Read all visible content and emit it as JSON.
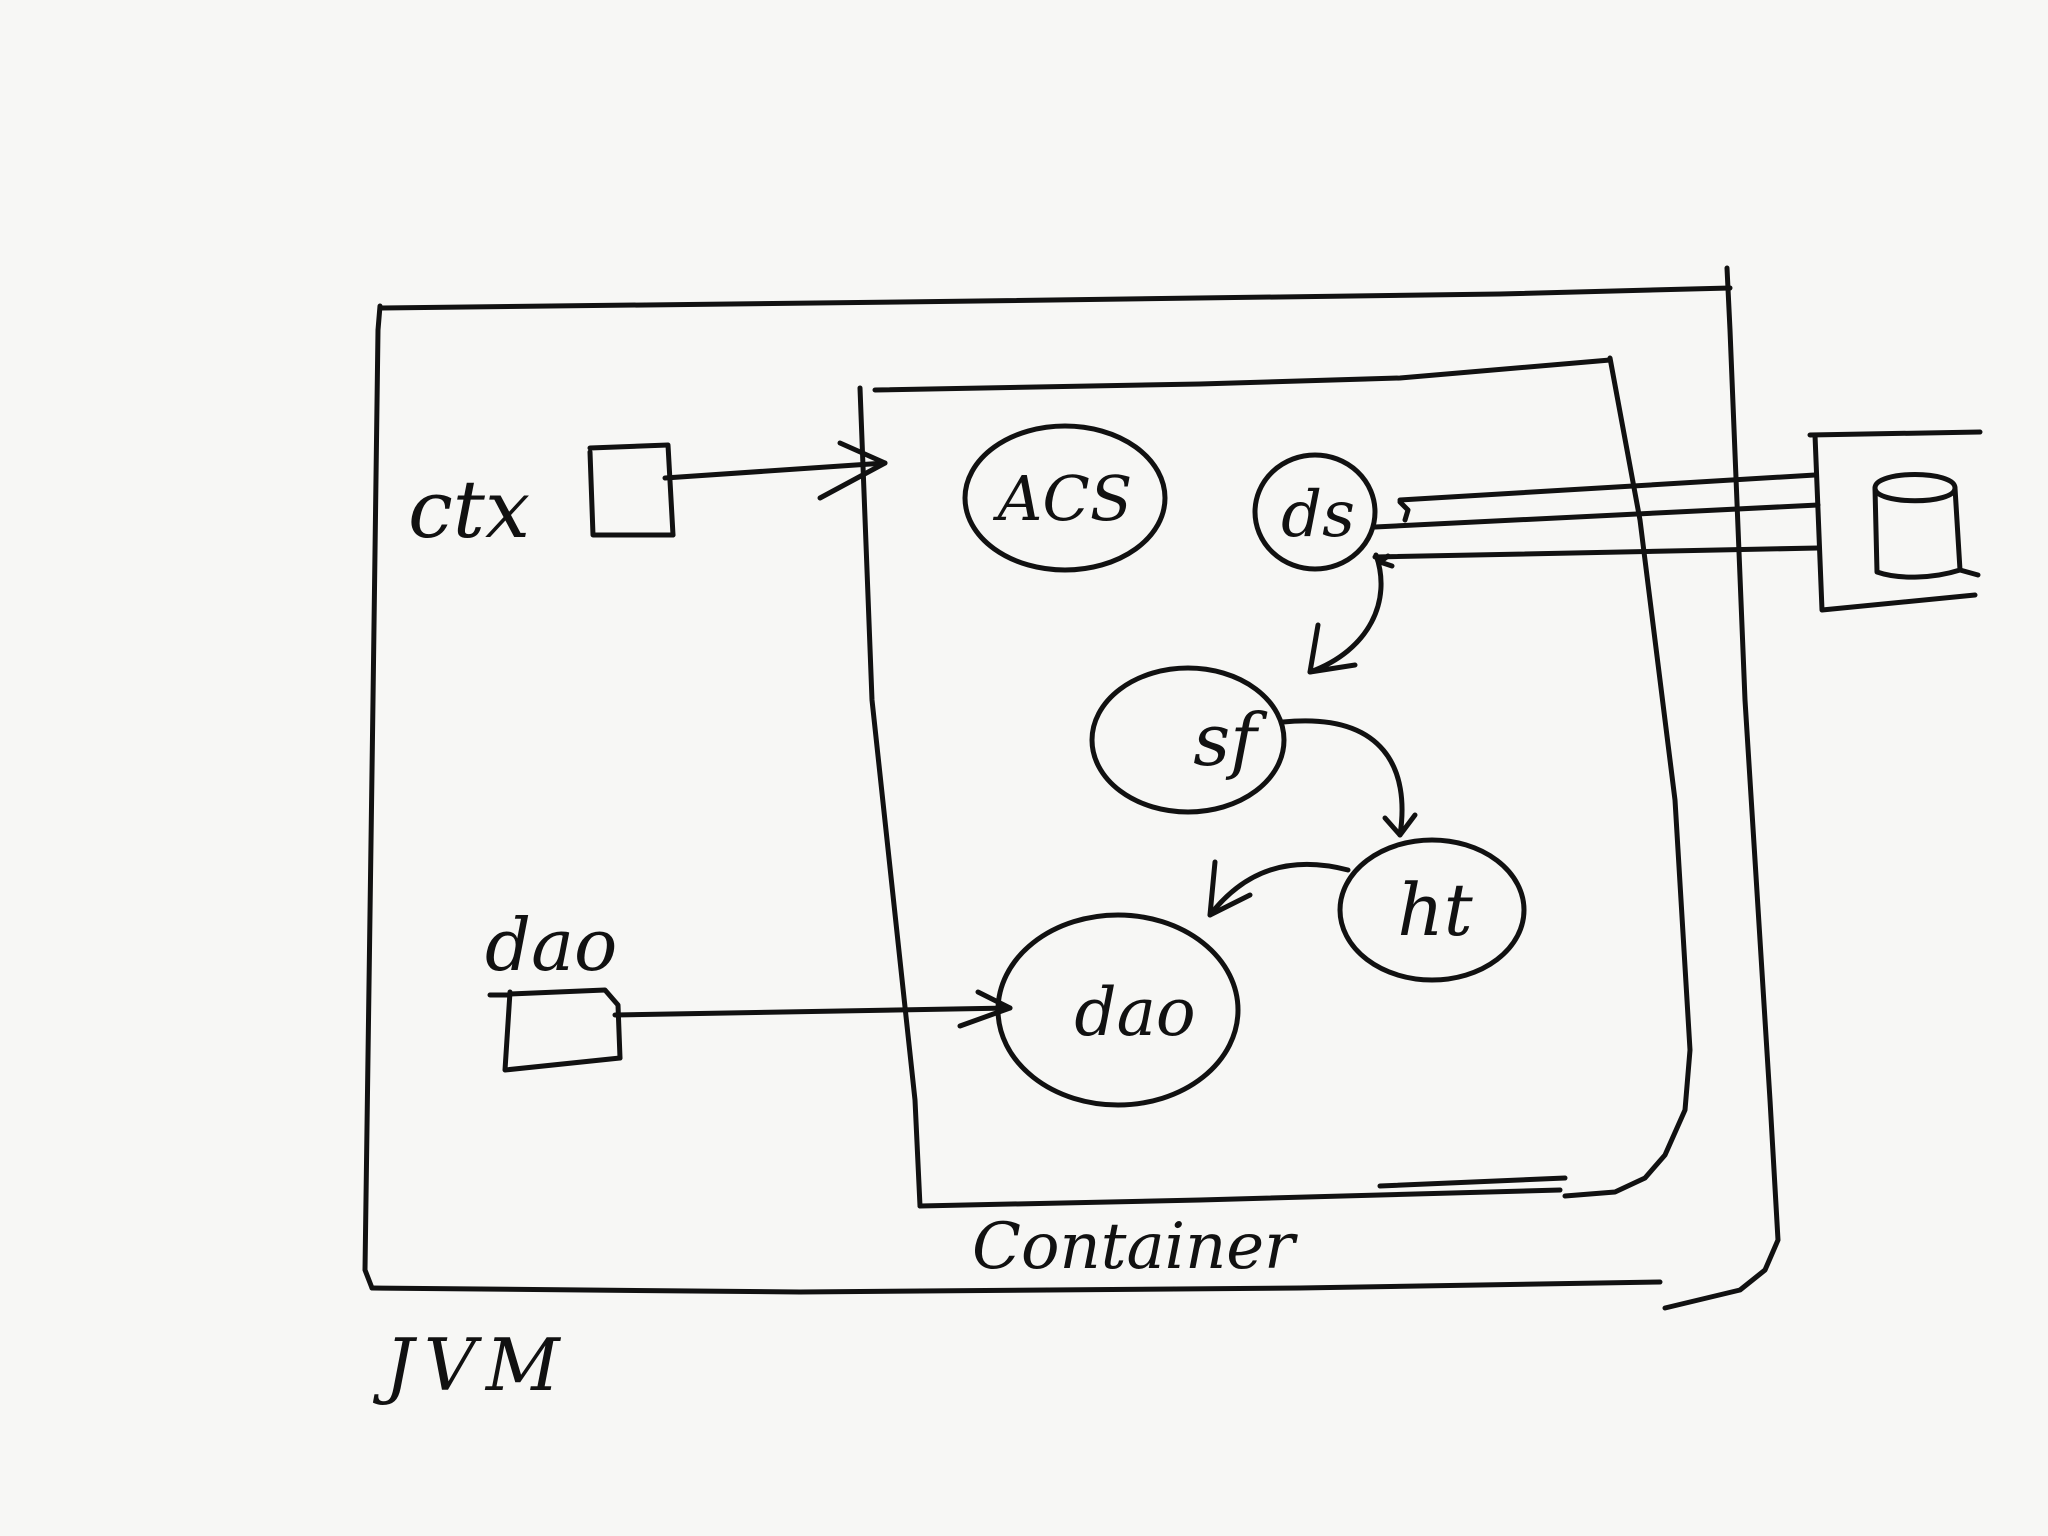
{
  "diagram": {
    "outer_box": {
      "label": "JVM"
    },
    "inner_box": {
      "label": "Container"
    },
    "external_refs": [
      {
        "id": "ctx",
        "label": "ctx"
      },
      {
        "id": "dao",
        "label": "dao"
      }
    ],
    "beans": [
      {
        "id": "acs",
        "label": "ACS"
      },
      {
        "id": "ds",
        "label": "ds"
      },
      {
        "id": "sf",
        "label": "sf"
      },
      {
        "id": "ht",
        "label": "ht"
      },
      {
        "id": "dao",
        "label": "dao"
      }
    ],
    "database": {
      "icon": "database-cylinder-icon"
    },
    "connections": [
      {
        "from": "ctx",
        "to": "container"
      },
      {
        "from": "dao-ref",
        "to": "dao"
      },
      {
        "from": "ds",
        "to": "sf"
      },
      {
        "from": "sf",
        "to": "ht"
      },
      {
        "from": "ht",
        "to": "dao"
      },
      {
        "from": "ds",
        "to": "database"
      }
    ]
  }
}
